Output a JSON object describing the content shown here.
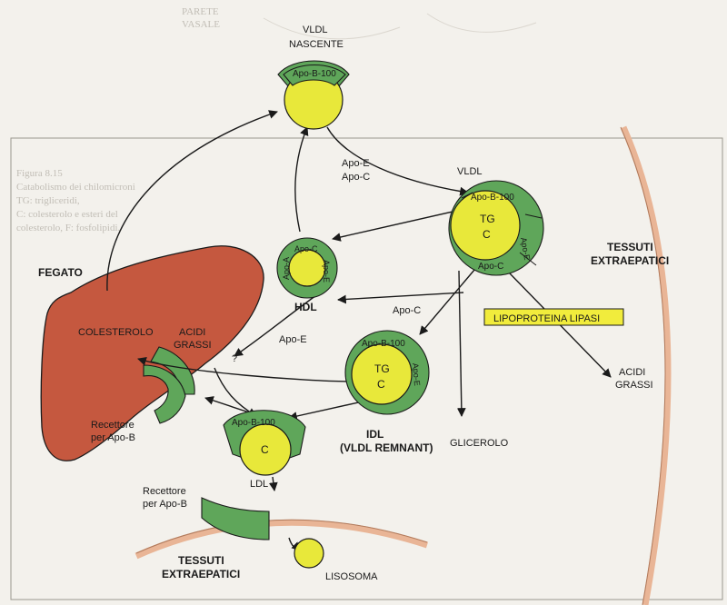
{
  "labels": {
    "vldl_nascent_1": "VLDL",
    "vldl_nascent_2": "NASCENTE",
    "apo_b100": "Apo-B-100",
    "apo_e": "Apo-E",
    "apo_c": "Apo-C",
    "apo_a": "Apo-A",
    "vldl": "VLDL",
    "tg": "TG",
    "c": "C",
    "hdl": "HDL",
    "tessuti_1": "TESSUTI",
    "tessuti_2": "EXTRAEPATICI",
    "lipoproteina_lipasi": "LIPOPROTEINA LIPASI",
    "acidi": "ACIDI",
    "grassi": "GRASSI",
    "fegato": "FEGATO",
    "colesterolo": "COLESTEROLO",
    "question": "?",
    "recettore": "Recettore",
    "per_apo_b": "per Apo-B",
    "idl": "IDL",
    "vldl_remnant": "(VLDL REMNANT)",
    "glicerolo": "GLICEROLO",
    "ldl": "LDL",
    "lisosoma": "LISOSOMA"
  },
  "background_text": {
    "figure_number": "Figura 8.15",
    "caption_1": "Catabolismo dei chilomicroni",
    "caption_2": "TG: trigliceridi,",
    "caption_3": "C: colesterolo e esteri del",
    "caption_4": "colesterolo, F: fosfolipidi.",
    "top_1": "PARETE",
    "top_2": "VASALE"
  },
  "colors": {
    "liver": "#c5583f",
    "apoprotein": "#5fa65a",
    "lipid_core": "#e8e83a",
    "enzyme_box": "#f1ec3c",
    "membrane": "#e9b596"
  }
}
